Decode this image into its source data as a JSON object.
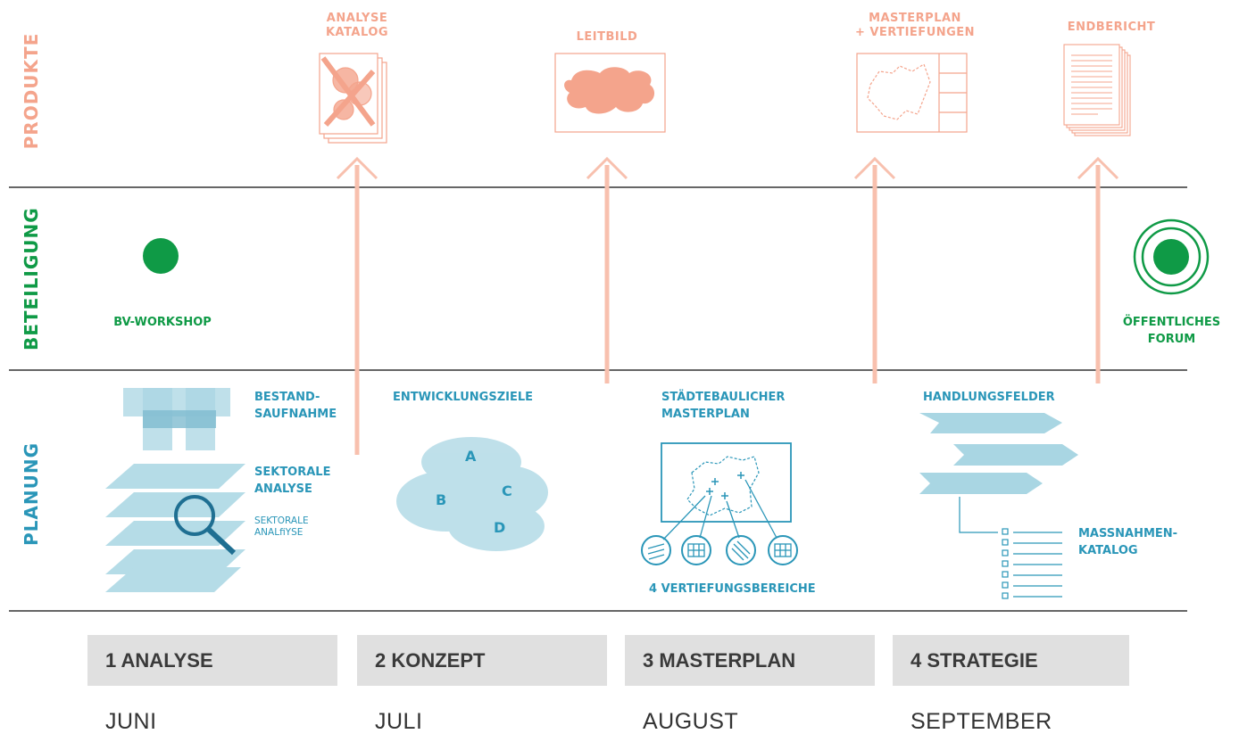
{
  "rows": {
    "produkte": "PRODUKTE",
    "beteiligung": "BETEILIGUNG",
    "planung": "PLANUNG"
  },
  "colors": {
    "salmon": "#f4a48c",
    "green": "#0f9a46",
    "blue": "#2a96b8",
    "lightblue": "#a9d6e3",
    "phase_bg": "#e0e0e0"
  },
  "products": {
    "analyse_katalog": "ANALYSE\nKATALOG",
    "leitbild": "LEITBILD",
    "masterplan": "MASTERPLAN\n+ VERTIEFUNGEN",
    "endbericht": "ENDBERICHT"
  },
  "participation": {
    "bv_workshop": "BV-WORKSHOP",
    "forum": "ÖFFENTLICHES\nFORUM"
  },
  "planning": {
    "bestand": "BESTAND-\nSAUFNAHME",
    "sektorale": "SEKTORALE\nANALYSE",
    "sektorale_small": "SEKTORALE\nANALﬁYSE",
    "entwicklungsziele": "ENTWICKLUNGSZIELE",
    "circle_a": "A",
    "circle_b": "B",
    "circle_c": "C",
    "circle_d": "D",
    "staedtebau": "STÄDTEBAULICHER\nMASTERPLAN",
    "vertiefungen": "4 VERTIEFUNGSBEREICHE",
    "handlungsfelder": "HANDLUNGSFELDER",
    "massnahmen": "MASSNAHMEN-\nKATALOG"
  },
  "phases": [
    {
      "label": "1 ANALYSE",
      "month": "JUNI"
    },
    {
      "label": "2 KONZEPT",
      "month": "JULI"
    },
    {
      "label": "3 MASTERPLAN",
      "month": "AUGUST"
    },
    {
      "label": "4 STRATEGIE",
      "month": "SEPTEMBER"
    }
  ]
}
